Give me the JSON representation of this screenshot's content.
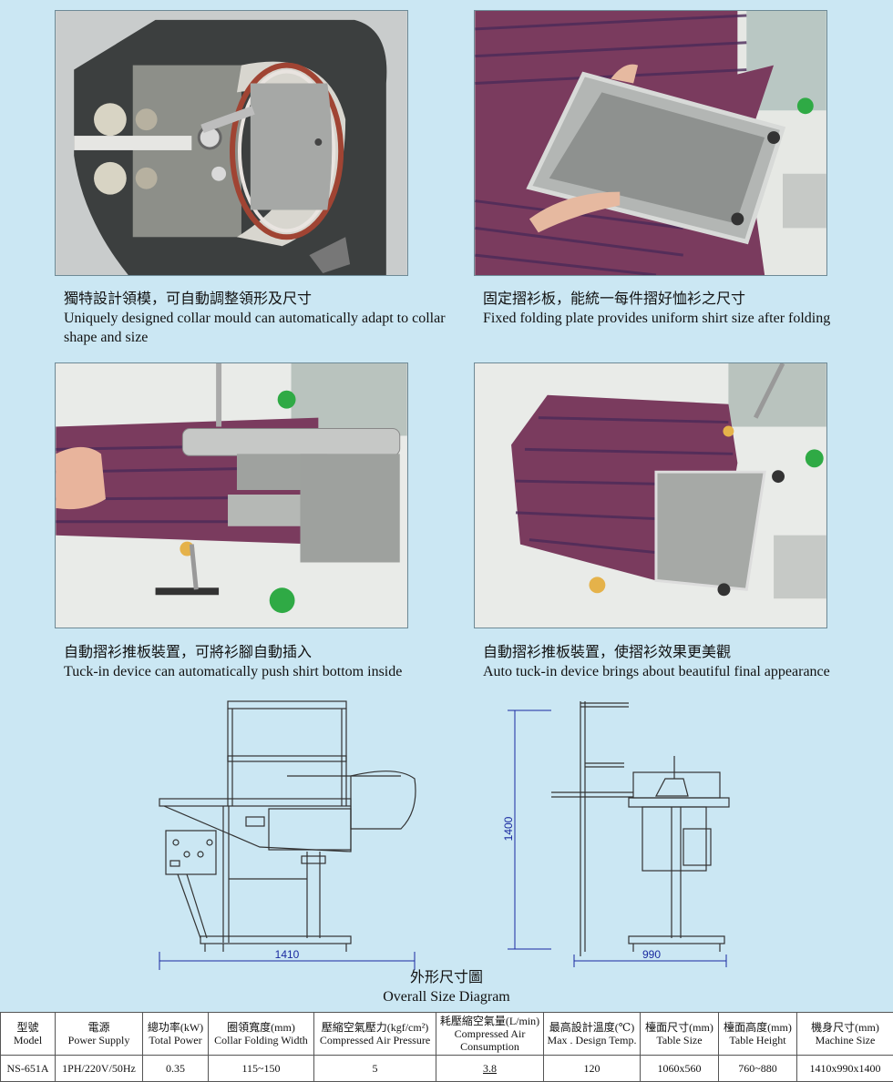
{
  "panels": [
    {
      "caption_zh": "獨特設計領模，可自動調整領形及尺寸",
      "caption_en": "Uniquely designed collar mould can automatically adapt to collar shape and size"
    },
    {
      "caption_zh": "固定摺衫板，能統一每件摺好恤衫之尺寸",
      "caption_en": "Fixed folding plate provides uniform shirt size after folding"
    },
    {
      "caption_zh": "自動摺衫推板裝置，可將衫腳自動插入",
      "caption_en": "Tuck-in device can automatically push shirt bottom inside"
    },
    {
      "caption_zh": "自動摺衫推板裝置，使摺衫效果更美觀",
      "caption_en": "Auto tuck-in device brings about beautiful final appearance"
    }
  ],
  "diagram": {
    "title_zh": "外形尺寸圖",
    "title_en": "Overall Size Diagram",
    "width_label": "1410",
    "depth_label": "990",
    "height_label": "1400"
  },
  "spec_table": {
    "headers": [
      {
        "zh": "型號",
        "en": "Model"
      },
      {
        "zh": "電源",
        "en": "Power Supply"
      },
      {
        "zh": "總功率(kW)",
        "en": "Total Power"
      },
      {
        "zh": "圈領寬度(mm)",
        "en": "Collar Folding Width"
      },
      {
        "zh": "壓縮空氣壓力(kgf/cm²)",
        "en": "Compressed Air Pressure"
      },
      {
        "zh": "耗壓縮空氣量(L/min)",
        "en": "Compressed Air Consumption"
      },
      {
        "zh": "最高設計溫度(℃)",
        "en": "Max . Design Temp."
      },
      {
        "zh": "檯面尺寸(mm)",
        "en": "Table Size"
      },
      {
        "zh": "檯面高度(mm)",
        "en": "Table Height"
      },
      {
        "zh": "機身尺寸(mm)",
        "en": "Machine Size"
      }
    ],
    "row": [
      "NS-651A",
      "1PH/220V/50Hz",
      "0.35",
      "115~150",
      "5",
      "3.8",
      "120",
      "1060x560",
      "760~880",
      "1410x990x1400"
    ]
  },
  "colors": {
    "background": "#cbe7f3",
    "dimension": "#1a2aa0",
    "shirt": "#7a3b5e"
  }
}
